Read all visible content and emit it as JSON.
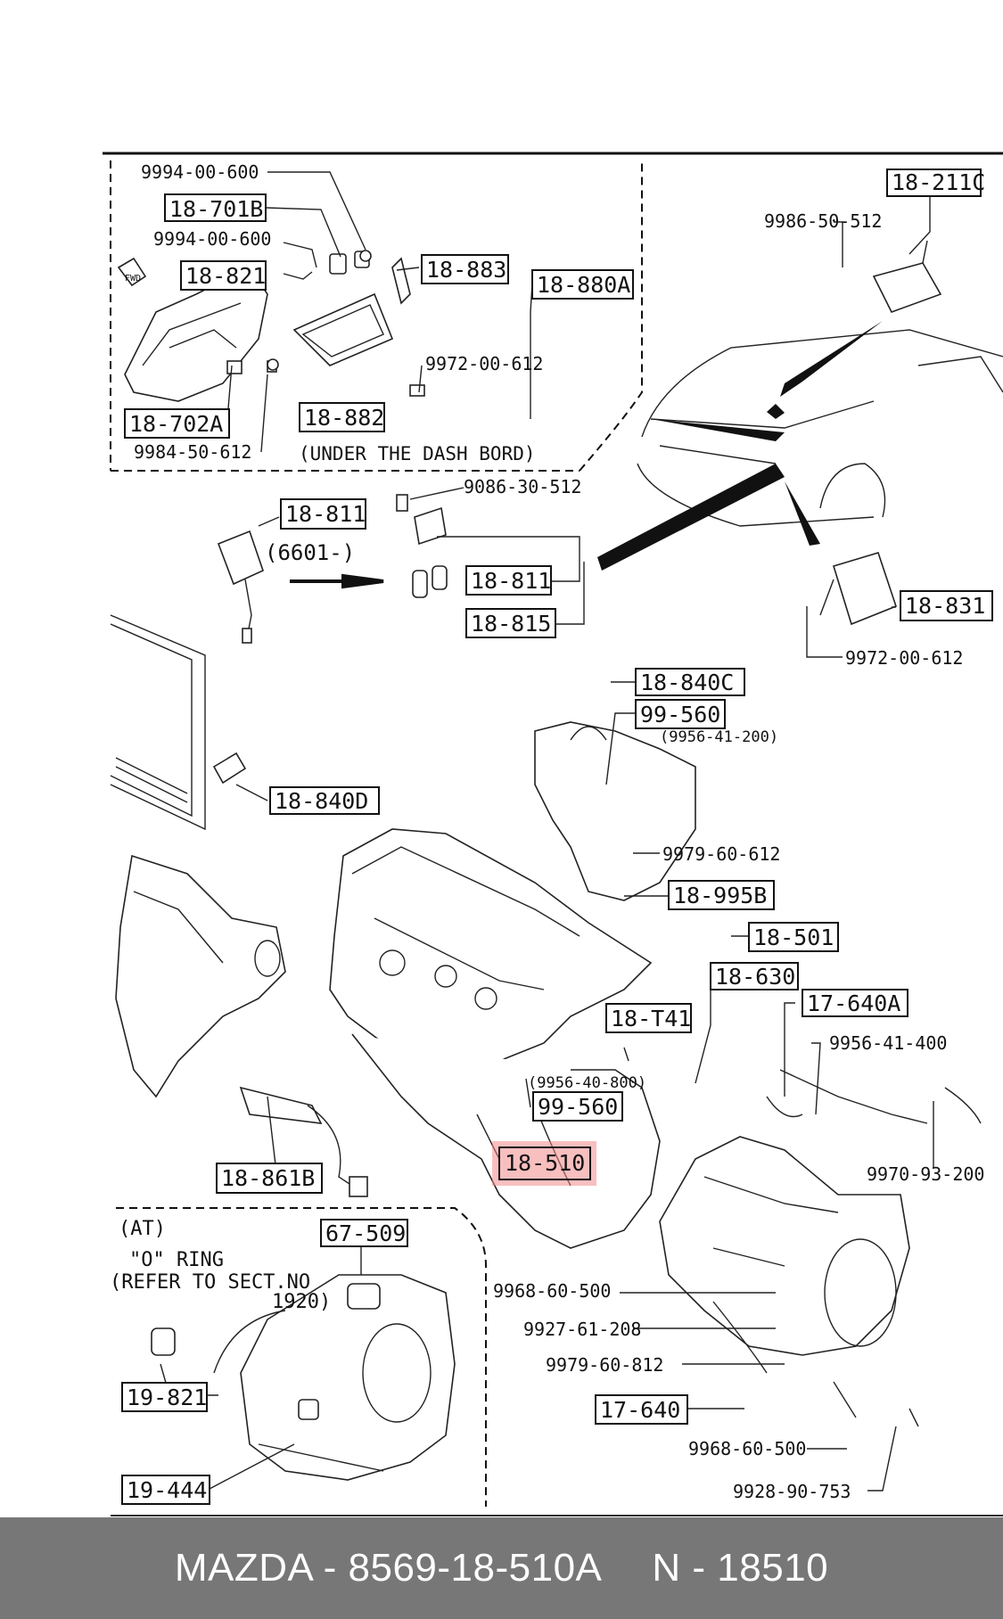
{
  "labels": {
    "l_9994_00_600_a": "9994-00-600",
    "l_18_701b": "18-701B",
    "l_9994_00_600_b": "9994-00-600",
    "l_18_821": "18-821",
    "l_fwd": "FWD",
    "l_18_883": "18-883",
    "l_18_880a": "18-880A",
    "l_9972_00_612_a": "9972-00-612",
    "l_18_882": "18-882",
    "l_18_702a": "18-702A",
    "l_9984_50_612": "9984-50-612",
    "l_under_dash": "(UNDER THE DASH BORD)",
    "l_18_211c": "18-211C",
    "l_9986_50_512": "9986-50-512",
    "l_9086_30_512": "9086-30-512",
    "l_18_811_a": "18-811",
    "l_6601": "(6601-)",
    "l_18_811_b": "18-811",
    "l_18_815": "18-815",
    "l_18_831": "18-831",
    "l_9972_00_612_b": "9972-00-612",
    "l_18_840c": "18-840C",
    "l_99_560_a": "99-560",
    "l_9956_41_200": "(9956-41-200)",
    "l_18_840d": "18-840D",
    "l_9979_60_612": "9979-60-612",
    "l_18_995b": "18-995B",
    "l_18_501": "18-501",
    "l_18_630": "18-630",
    "l_17_640a": "17-640A",
    "l_18_t41": "18-T41",
    "l_9956_41_400": "9956-41-400",
    "l_9956_40_800": "(9956-40-800)",
    "l_99_560_b": "99-560",
    "l_18_510": "18-510",
    "l_9970_93_200": "9970-93-200",
    "l_18_861b": "18-861B",
    "l_at": "(AT)",
    "l_o_ring": "\"O\" RING",
    "l_refer": "(REFER TO SECT.NO",
    "l_1920": "1920)",
    "l_67_509": "67-509",
    "l_9968_60_500_a": "9968-60-500",
    "l_9927_61_208": "9927-61-208",
    "l_9979_60_812": "9979-60-812",
    "l_19_821": "19-821",
    "l_17_640": "17-640",
    "l_9968_60_500_b": "9968-60-500",
    "l_19_444": "19-444",
    "l_9928_90_753": "9928-90-753"
  },
  "highlight": {
    "part": "18-510",
    "color": "#f28b8b"
  },
  "footer": {
    "brand_part": "MAZDA - 8569-18-510A",
    "ref": "N - 18510"
  }
}
